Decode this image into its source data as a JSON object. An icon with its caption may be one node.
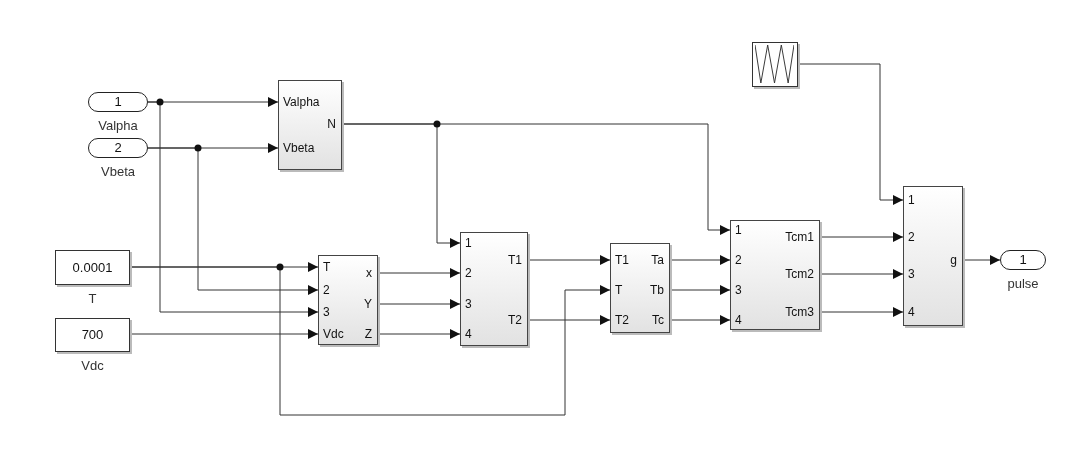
{
  "diagram": {
    "nodes": [
      {
        "text": [
          "1"
        ],
        "beside": [
          "Valpha"
        ]
      },
      {
        "text": [
          "2"
        ],
        "beside": [
          "Vbeta"
        ]
      },
      {
        "text": [
          "0.0001"
        ],
        "beside": [
          "T"
        ]
      },
      {
        "text": [
          "700"
        ],
        "beside": [
          "Vdc"
        ]
      },
      {
        "text": [
          "Valpha",
          "Vbeta",
          "N"
        ]
      },
      {
        "text": [
          "T",
          "2",
          "3",
          "Vdc",
          "x",
          "Y",
          "Z"
        ]
      },
      {
        "text": [
          "1",
          "2",
          "3",
          "4",
          "T1",
          "T2"
        ]
      },
      {
        "text": [
          "T1",
          "T",
          "T2",
          "Ta",
          "Tb",
          "Tc"
        ]
      },
      {
        "text": [
          "1",
          "2",
          "3",
          "4",
          "Tcm1",
          "Tcm2",
          "Tcm3"
        ]
      },
      {
        "text": [],
        "shape": "box"
      },
      {
        "text": [
          "1",
          "2",
          "3",
          "4",
          "g"
        ]
      },
      {
        "text": [
          "1"
        ],
        "beside": [
          "pulse"
        ]
      }
    ],
    "edges": [
      {
        "from": 0,
        "to": 4,
        "arrow": "to"
      },
      {
        "from": 1,
        "to": 4,
        "arrow": "to"
      },
      {
        "from": 0,
        "to": 5,
        "arrow": "to"
      },
      {
        "from": 1,
        "to": 5,
        "arrow": "to"
      },
      {
        "from": 2,
        "to": 5,
        "arrow": "to"
      },
      {
        "from": 2,
        "to": 7,
        "arrow": "to"
      },
      {
        "from": 3,
        "to": 5,
        "arrow": "to"
      },
      {
        "from": 4,
        "to": 8,
        "arrow": "to"
      },
      {
        "from": 4,
        "to": 6,
        "arrow": "to"
      },
      {
        "from": 5,
        "to": 6,
        "arrow": "to"
      },
      {
        "from": 5,
        "to": 6,
        "arrow": "to"
      },
      {
        "from": 5,
        "to": 6,
        "arrow": "to"
      },
      {
        "from": 6,
        "to": 7,
        "arrow": "to"
      },
      {
        "from": 6,
        "to": 7,
        "arrow": "to"
      },
      {
        "from": 7,
        "to": 8,
        "arrow": "to"
      },
      {
        "from": 7,
        "to": 8,
        "arrow": "to"
      },
      {
        "from": 7,
        "to": 8,
        "arrow": "to"
      },
      {
        "from": 9,
        "to": 10,
        "arrow": "to"
      },
      {
        "from": 8,
        "to": 10,
        "arrow": "to"
      },
      {
        "from": 8,
        "to": 10,
        "arrow": "to"
      },
      {
        "from": 8,
        "to": 10,
        "arrow": "to"
      },
      {
        "from": 10,
        "to": 11,
        "arrow": "to"
      }
    ]
  }
}
